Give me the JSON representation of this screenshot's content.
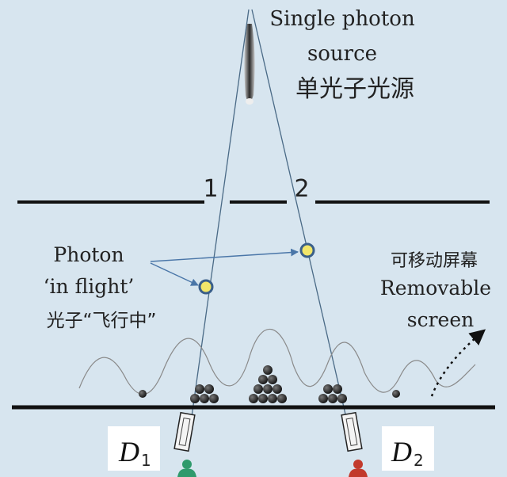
{
  "source": {
    "label_en_line1": "Single photon",
    "label_en_line2": "source",
    "label_zh": "单光子光源"
  },
  "slits": {
    "slit1_label": "1",
    "slit2_label": "2"
  },
  "photon_in_flight": {
    "label_en_line1": "Photon",
    "label_en_line2": "‘in flight’",
    "label_zh": "光子“飞行中”"
  },
  "removable_screen": {
    "label_zh": "可移动屏幕",
    "label_en_line1": "Removable",
    "label_en_line2": "screen"
  },
  "detectors": {
    "d1_letter": "D",
    "d1_sub": "1",
    "d2_letter": "D",
    "d2_sub": "2"
  },
  "colors": {
    "background": "#d7e5ef",
    "photon_fill": "#f2e66a",
    "detector1_person": "#2f9a6c",
    "detector2_person": "#c23a2c",
    "lines": "#4a6a86"
  }
}
